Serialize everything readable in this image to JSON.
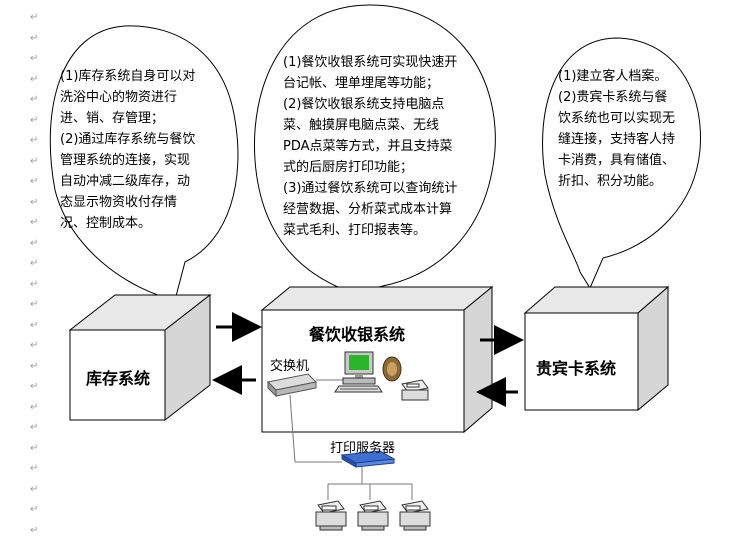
{
  "diagram": {
    "callouts": {
      "inventory": {
        "lines": [
          "(1)库存系统自身可以对洗浴中心的物资进行进、销、存管理；",
          "(2)通过库存系统与餐饮管理系统的连接，实现自动冲减二级库存，动态显示物资收付存情况、控制成本。"
        ]
      },
      "pos": {
        "lines": [
          "(1)餐饮收银系统可实现快速开台记帐、埋单埋尾等功能；",
          "(2)餐饮收银系统支持电脑点菜、触摸屏电脑点菜、无线PDA点菜等方式，并且支持菜式的后厨房打印功能；",
          "(3)通过餐饮系统可以查询统计经营数据、分析菜式成本计算菜式毛利、打印报表等。"
        ]
      },
      "vip": {
        "lines": [
          "(1)建立客人档案。",
          "(2)贵宾卡系统与餐饮系统也可以实现无缝连接，支持客人持卡消费，具有储值、折扣、积分功能。"
        ]
      }
    },
    "boxes": {
      "inventory": "库存系统",
      "pos": "餐饮收银系统",
      "vip": "贵宾卡系统"
    },
    "labels": {
      "switch": "交换机",
      "print_server": "打印服务器"
    },
    "colors": {
      "box_front": "#ffffff",
      "box_side": "#d6d6d6",
      "box_top": "#e8e8e8",
      "line": "#000000",
      "print_server": "#3f6fd1"
    }
  }
}
